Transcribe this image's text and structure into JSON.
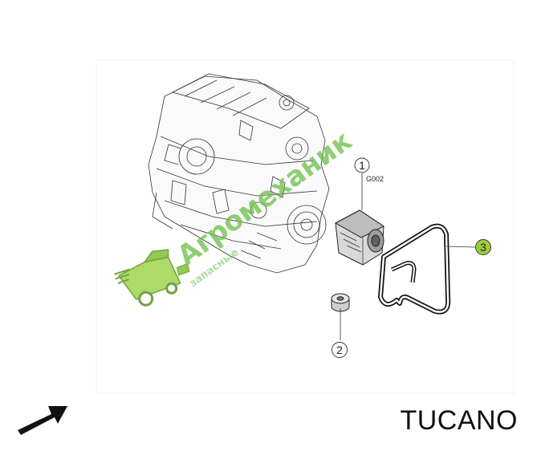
{
  "callouts": [
    {
      "label": "1",
      "highlighted": false
    },
    {
      "label": "2",
      "highlighted": false
    },
    {
      "label": "3",
      "highlighted": true,
      "color": "#9ccc3c"
    }
  ],
  "reference_code": "G002",
  "watermark": {
    "brand": "Агромеханик",
    "tagline": "запасные",
    "color": "#6dbf4a"
  },
  "model_name": "TUCANO",
  "icons": [
    "engine-drawing",
    "alternator-drawing",
    "idler-roller-drawing",
    "drive-belt-drawing",
    "harvester-logo-icon",
    "direction-arrow-icon"
  ]
}
